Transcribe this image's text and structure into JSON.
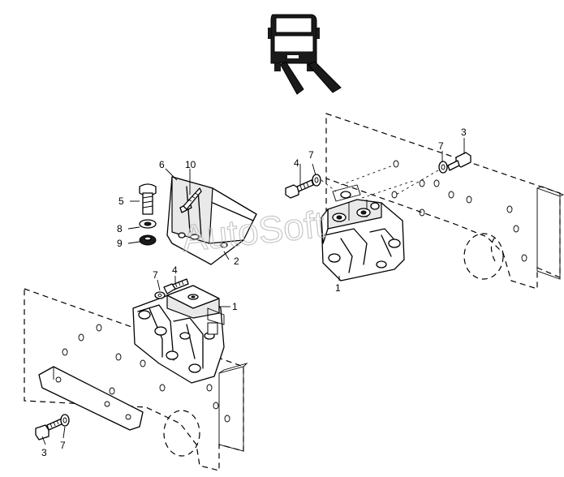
{
  "watermark": "AutoSoft",
  "callouts": [
    {
      "id": "c-3-top",
      "label": "3"
    },
    {
      "id": "c-7-top",
      "label": "7"
    },
    {
      "id": "c-4-right",
      "label": "4"
    },
    {
      "id": "c-7-right",
      "label": "7"
    },
    {
      "id": "c-1-right",
      "label": "1"
    },
    {
      "id": "c-6",
      "label": "6"
    },
    {
      "id": "c-10",
      "label": "10"
    },
    {
      "id": "c-5",
      "label": "5"
    },
    {
      "id": "c-8",
      "label": "8"
    },
    {
      "id": "c-9",
      "label": "9"
    },
    {
      "id": "c-2",
      "label": "2"
    },
    {
      "id": "c-7-left",
      "label": "7"
    },
    {
      "id": "c-4-left",
      "label": "4"
    },
    {
      "id": "c-1-left",
      "label": "1"
    },
    {
      "id": "c-3-bottom",
      "label": "3"
    },
    {
      "id": "c-7-bottom",
      "label": "7"
    }
  ]
}
